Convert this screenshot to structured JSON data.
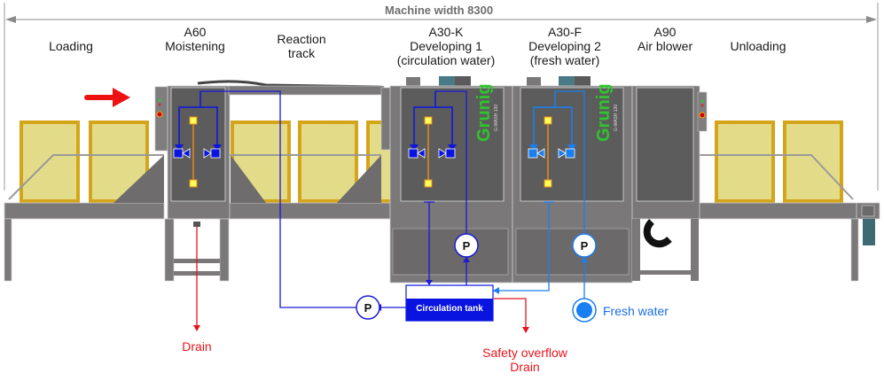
{
  "title": "Machine width 8300",
  "stations": [
    {
      "id": "loading",
      "lines": [
        "Loading"
      ]
    },
    {
      "id": "a60",
      "lines": [
        "A60",
        "Moistening"
      ]
    },
    {
      "id": "reaction",
      "lines": [
        "Reaction",
        "track"
      ]
    },
    {
      "id": "a30k",
      "lines": [
        "A30-K",
        "Developing 1",
        "(circulation water)"
      ]
    },
    {
      "id": "a30f",
      "lines": [
        "A30-F",
        "Developing 2",
        "(fresh water)"
      ]
    },
    {
      "id": "a90",
      "lines": [
        "A90",
        "Air blower"
      ]
    },
    {
      "id": "unloading",
      "lines": [
        "Unloading"
      ]
    }
  ],
  "brand": {
    "name": "Grünig",
    "model": "G-WASH 130"
  },
  "pumps": {
    "label": "P"
  },
  "tank": {
    "label": "Circulation tank"
  },
  "outlets": {
    "drain": "Drain",
    "safety_overflow": [
      "Safety overflow",
      "Drain"
    ],
    "fresh_water": "Fresh water"
  },
  "colors": {
    "circulation": "#0a14e0",
    "fresh": "#1a7ff0",
    "drain": "#e8141b",
    "machine_dark": "#5c5c5c",
    "machine_light": "#7a7878",
    "screen_frame": "#d4a51a",
    "screen_fill": "#e6df8e",
    "brand_green": "#2fc42f",
    "dimension": "#8a8a8a"
  }
}
